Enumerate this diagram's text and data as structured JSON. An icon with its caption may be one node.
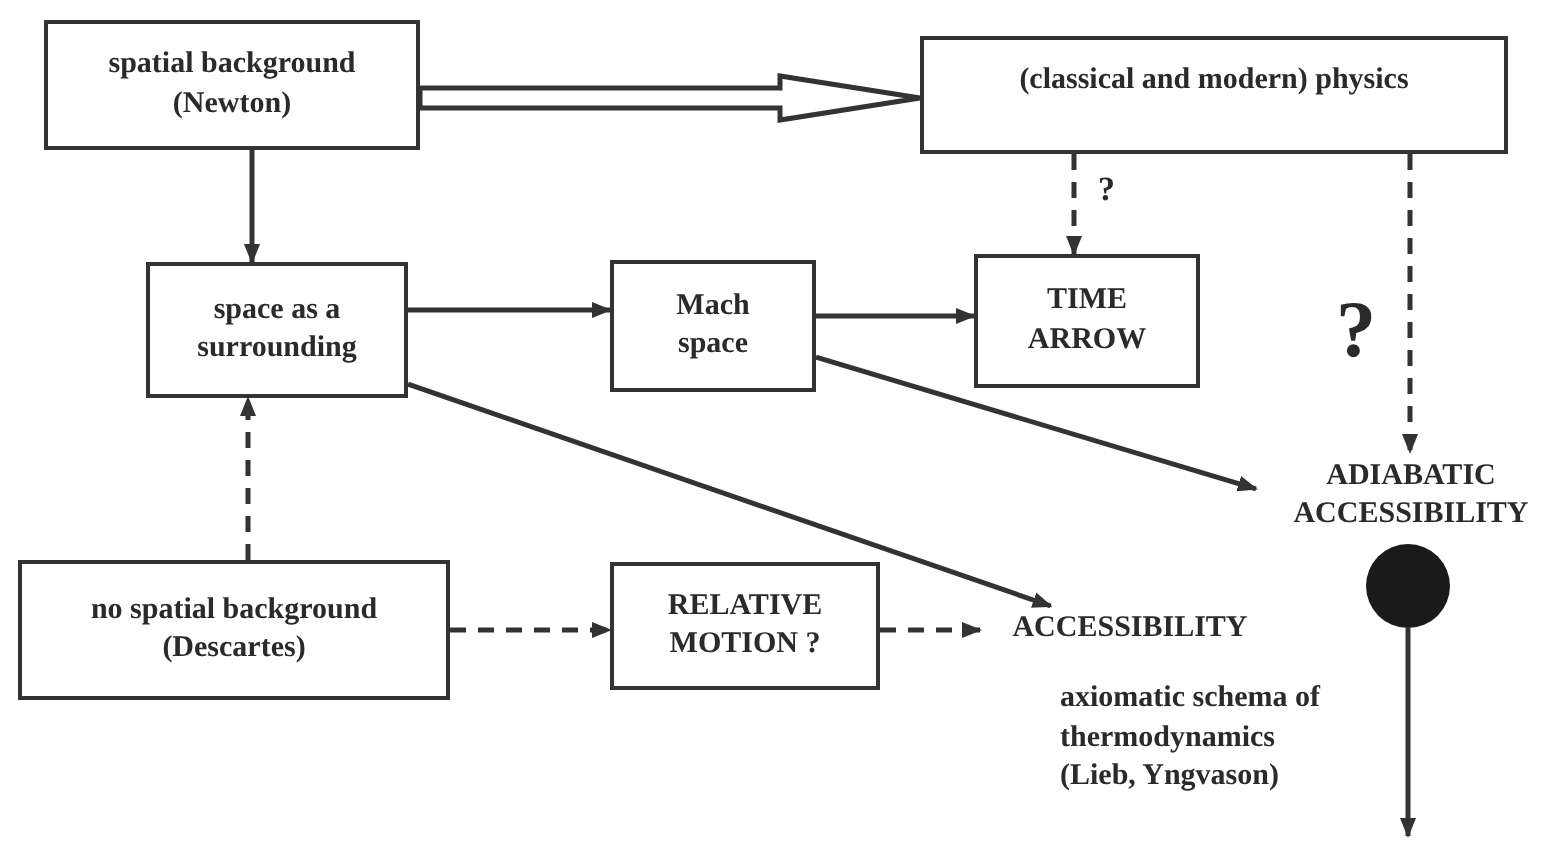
{
  "diagram": {
    "nodes": [
      {
        "text": [
          "spatial background (Newton)"
        ]
      },
      {
        "text": [
          "(classical and modern) physics"
        ]
      },
      {
        "text": [
          "space as a surrounding"
        ]
      },
      {
        "text": [
          "Mach space"
        ]
      },
      {
        "text": [
          "TIME ARROW"
        ]
      },
      {
        "text": [
          "ADIABATIC ACCESSIBILITY"
        ]
      },
      {
        "text": [
          "no spatial background (Descartes)"
        ]
      },
      {
        "text": [
          "RELATIVE MOTION ?"
        ]
      },
      {
        "text": [
          "ACCESSIBILITY"
        ]
      },
      {
        "text": [],
        "shape": "circle"
      }
    ],
    "edges": [
      {
        "from": 0,
        "to": 1,
        "arrow": "to",
        "style": "thick"
      },
      {
        "from": 0,
        "to": 2,
        "arrow": "to"
      },
      {
        "from": 1,
        "to": 4,
        "arrow": "to",
        "style": "dashed",
        "label": "?"
      },
      {
        "from": 1,
        "to": 5,
        "arrow": "to",
        "style": "dashed",
        "label": "?"
      },
      {
        "from": 2,
        "to": 3,
        "arrow": "to"
      },
      {
        "from": 3,
        "to": 4,
        "arrow": "to"
      },
      {
        "from": 6,
        "to": 2,
        "arrow": "to",
        "style": "dashed"
      },
      {
        "from": 6,
        "to": 7,
        "arrow": "to",
        "style": "dashed"
      },
      {
        "from": 7,
        "to": 8,
        "arrow": "to",
        "style": "dashed"
      },
      {
        "from": 2,
        "to": 8,
        "arrow": "to"
      },
      {
        "from": 3,
        "to": 5,
        "arrow": "to"
      },
      {
        "from": 9,
        "to": null,
        "arrow": "to",
        "label": "axiomatic schema of thermodynamics (Lieb, Yngvason)"
      }
    ]
  }
}
